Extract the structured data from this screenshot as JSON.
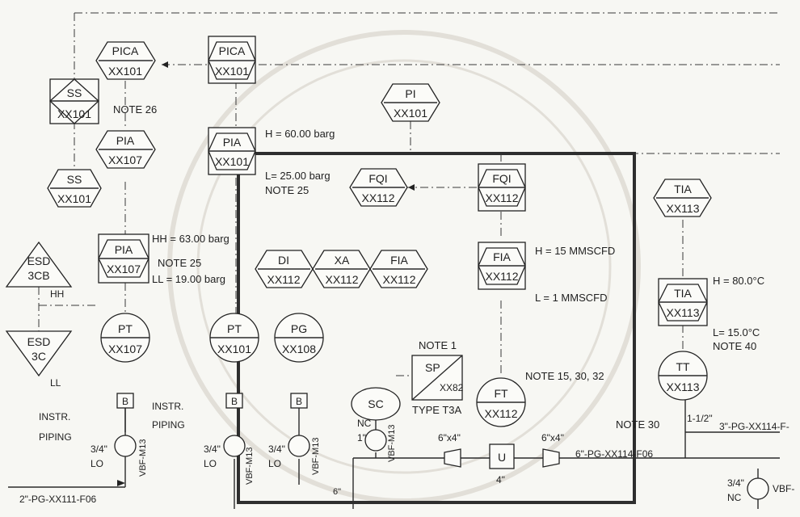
{
  "colors": {
    "line": "#2a2a2a",
    "paper": "#f7f7f3",
    "boundary": "#2e2e2e",
    "watermark": "#e2dfd8"
  },
  "instruments": {
    "pica1": {
      "tag": "PICA",
      "num": "XX101"
    },
    "pica2": {
      "tag": "PICA",
      "num": "XX101"
    },
    "ss1": {
      "tag": "SS",
      "num": "XX101"
    },
    "ss2": {
      "tag": "SS",
      "num": "XX101"
    },
    "pia1": {
      "tag": "PIA",
      "num": "XX107"
    },
    "pia2": {
      "tag": "PIA",
      "num": "XX101"
    },
    "pia3": {
      "tag": "PIA",
      "num": "XX107"
    },
    "pi": {
      "tag": "PI",
      "num": "XX101"
    },
    "fqi1": {
      "tag": "FQI",
      "num": "XX112"
    },
    "fqi2": {
      "tag": "FQI",
      "num": "XX112"
    },
    "tia1": {
      "tag": "TIA",
      "num": "XX113"
    },
    "tia2": {
      "tag": "TIA",
      "num": "XX113"
    },
    "di": {
      "tag": "DI",
      "num": "XX112"
    },
    "xa": {
      "tag": "XA",
      "num": "XX112"
    },
    "fia1": {
      "tag": "FIA",
      "num": "XX112"
    },
    "fia2": {
      "tag": "FIA",
      "num": "XX112"
    },
    "pt1": {
      "tag": "PT",
      "num": "XX107"
    },
    "pt2": {
      "tag": "PT",
      "num": "XX101"
    },
    "pg": {
      "tag": "PG",
      "num": "XX108"
    },
    "ft": {
      "tag": "FT",
      "num": "XX112"
    },
    "tt": {
      "tag": "TT",
      "num": "XX113"
    },
    "sp": {
      "tag": "SP",
      "num": "XX82"
    },
    "sc": {
      "tag": "SC"
    },
    "esd1": {
      "tag": "ESD",
      "num": "3CB"
    },
    "esd2": {
      "tag": "ESD",
      "num": "3C"
    },
    "b1": "B",
    "b2": "B",
    "b3": "B",
    "u": "U"
  },
  "notes": {
    "note26": "NOTE 26",
    "h_60": "H = 60.00 barg",
    "l_25": "L= 25.00 barg",
    "note25a": "NOTE 25",
    "hh_63": "HH = 63.00 barg",
    "note25b": "NOTE 25",
    "ll_19": "LL = 19.00 barg",
    "h_15": "H = 15 MMSCFD",
    "l_1": "L = 1 MMSCFD",
    "h_80": "H = 80.0°C",
    "l_15": "L= 15.0°C",
    "note40": "NOTE 40",
    "note1": "NOTE 1",
    "type_t3a": "TYPE T3A",
    "note15": "NOTE 15, 30, 32",
    "note30": "NOTE 30",
    "hh": "HH",
    "ll": "LL"
  },
  "piping": {
    "instr1_a": "INSTR.",
    "instr1_b": "PIPING",
    "instr2_a": "INSTR.",
    "instr2_b": "PIPING",
    "v1_size": "3/4\"",
    "v1_state": "LO",
    "v1_type": "VBF-M13",
    "v2_size": "3/4\"",
    "v2_state": "LO",
    "v2_type": "VBF-M13",
    "v3_size": "3/4\"",
    "v3_state": "LO",
    "v3_type": "VBF-M13",
    "v4_state": "NC",
    "v4_size": "1\"",
    "v4_type": "VBF-M13",
    "v5_size": "3/4\"",
    "v5_state": "NC",
    "v5_type": "VBF-",
    "line_bottom": "2\"-PG-XX111-F06",
    "reducer1": "6\"x4\"",
    "reducer2": "6\"x4\"",
    "line_mid": "6\"-PG-XX114-F06",
    "size4": "4\"",
    "size6": "6\"",
    "size_1_5": "1-1/2\"",
    "line_right": "3\"-PG-XX114-F-"
  }
}
